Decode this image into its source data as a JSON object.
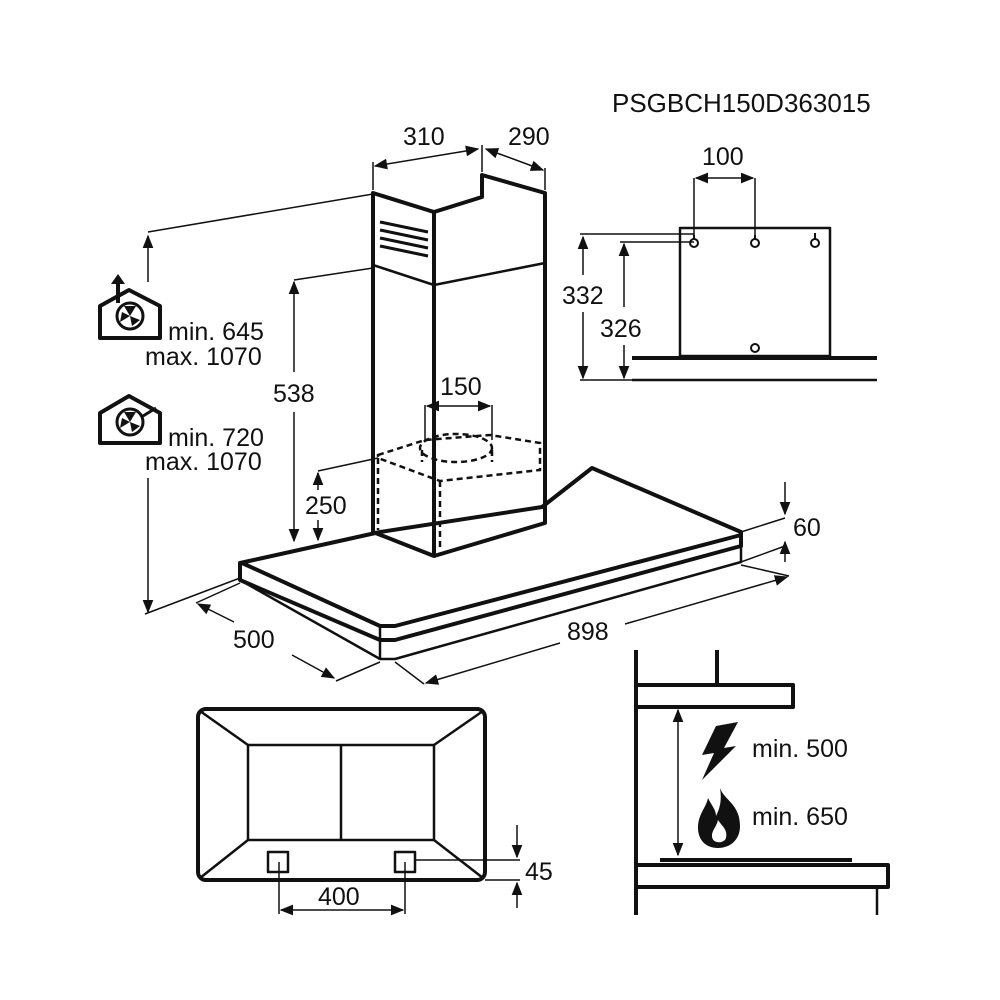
{
  "model_code": "PSGBCH150D363015",
  "dimensions": {
    "chimney_width": "310",
    "chimney_depth": "290",
    "bracket_spacing": "100",
    "bracket_height_outer": "332",
    "bracket_height_inner": "326",
    "chimney_height": "538",
    "outlet_diameter": "150",
    "motor_height": "250",
    "canopy_thickness": "60",
    "canopy_depth": "500",
    "canopy_width": "898",
    "filter_spacing": "400",
    "filter_offset": "45"
  },
  "ventilation": {
    "extraction": {
      "icon": "extraction-house-icon",
      "min": "min. 645",
      "max": "max. 1070"
    },
    "recirculation": {
      "icon": "recirculation-house-icon",
      "min": "min. 720",
      "max": "max. 1070"
    }
  },
  "clearance": {
    "electric": {
      "icon": "lightning-icon",
      "label": "min. 500"
    },
    "gas": {
      "icon": "flame-icon",
      "label": "min. 650"
    }
  }
}
